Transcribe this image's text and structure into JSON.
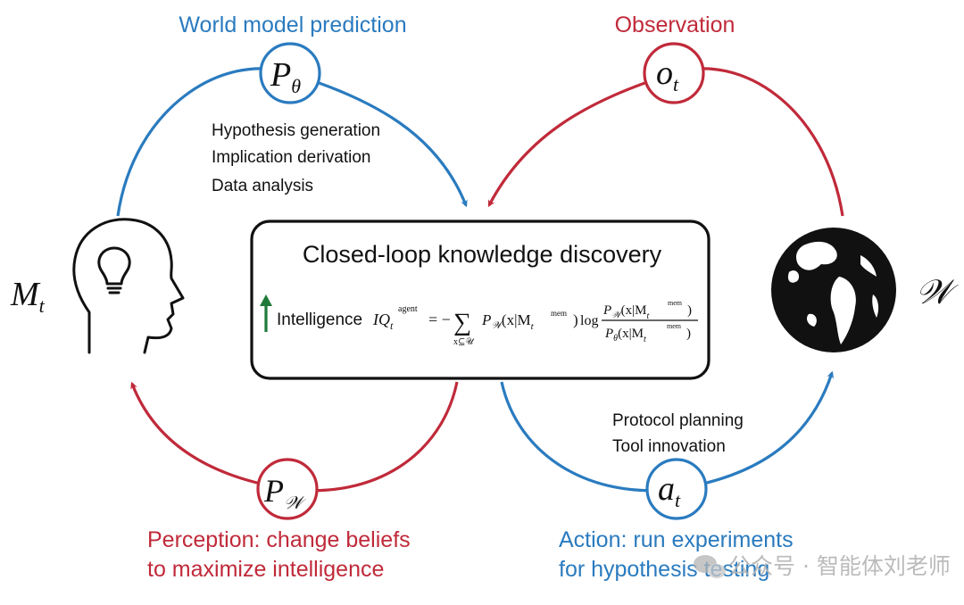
{
  "colors": {
    "blue": "#2a7bbf",
    "red": "#c02a3a",
    "green": "#1f7a3a",
    "ink": "#111111",
    "watermark": "#b4b4b4"
  },
  "labels": {
    "world_model_prediction": "World model prediction",
    "observation": "Observation",
    "perception_line1": "Perception: change beliefs",
    "perception_line2": "to maximize intelligence",
    "action_line1": "Action: run experiments",
    "action_line2": "for hypothesis testing"
  },
  "steps_prediction": [
    "Hypothesis generation",
    "Implication derivation",
    "Data analysis"
  ],
  "steps_action": [
    "Protocol planning",
    "Tool innovation"
  ],
  "nodes": {
    "p_theta": {
      "main": "P",
      "sub": "θ"
    },
    "o_t": {
      "main": "o",
      "sub": "t"
    },
    "p_w": {
      "main": "P",
      "sub": "𝒲"
    },
    "a_t": {
      "main": "a",
      "sub": "t"
    }
  },
  "side_labels": {
    "memory": {
      "main": "M",
      "sub": "t"
    },
    "world": "𝒲"
  },
  "center_box": {
    "title": "Closed-loop knowledge discovery",
    "intelligence_label": "Intelligence",
    "formula": {
      "iq": "IQ",
      "iq_sub": "t",
      "iq_sup": "agent",
      "eq": "= −",
      "sum": "∑",
      "sum_sub": "x⊆𝒰",
      "p_w": "P",
      "p_w_sub": "𝒲",
      "arg": "(x|M",
      "arg_sub": "t",
      "arg_sup": "mem",
      "close": ")",
      "log": "log",
      "p_theta": "P",
      "p_theta_sub": "θ"
    }
  },
  "icons": {
    "head": "head-lightbulb-icon",
    "globe": "globe-icon",
    "up_arrow": "up-arrow-icon",
    "wechat": "wechat-icon"
  },
  "watermark": "公众号 · 智能体刘老师"
}
